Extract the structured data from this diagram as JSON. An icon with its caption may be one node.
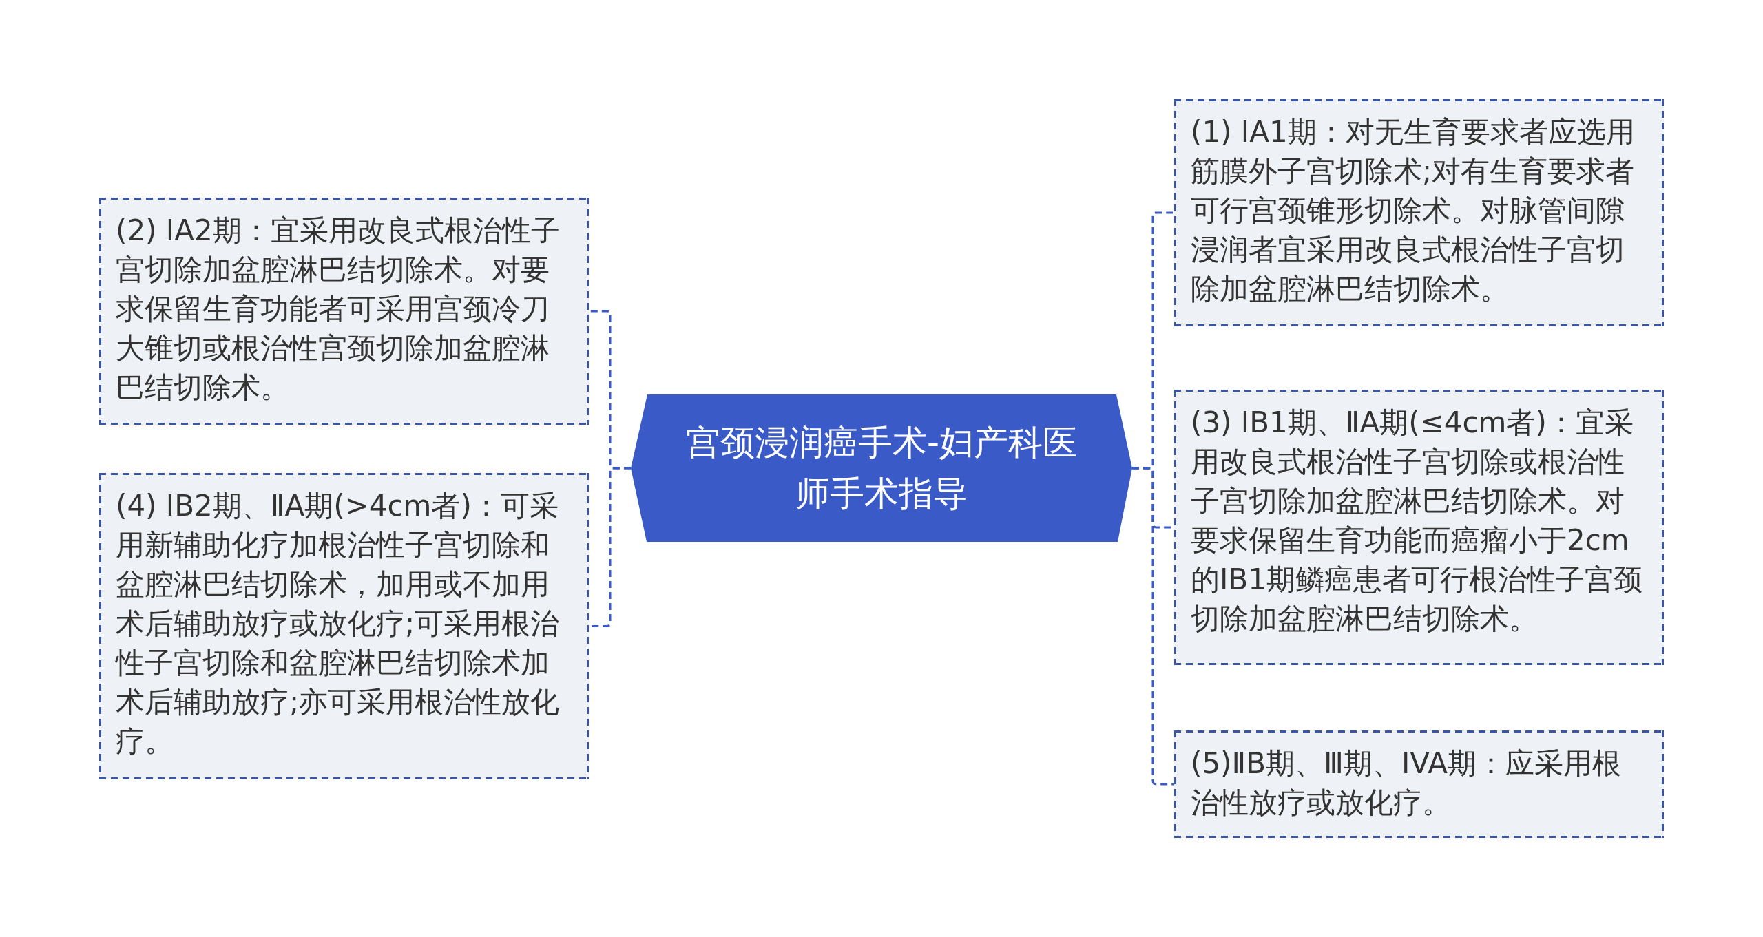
{
  "diagram": {
    "nodes": [
      {
        "text": [
          "宫颈浸润癌手术-妇产科医师手术指导"
        ]
      },
      {
        "text": [
          "(1) ⅠA1期：对无生育要求者应选用筋膜外子宫切除术;对有生育要求者可行宫颈锥形切除术。对脉管间隙浸润者宜采用改良式根治性子宫切除加盆腔淋巴结切除术。"
        ]
      },
      {
        "text": [
          "(2) ⅠA2期：宜采用改良式根治性子宫切除加盆腔淋巴结切除术。对要求保留生育功能者可采用宫颈冷刀大锥切或根治性宫颈切除加盆腔淋巴结切除术。"
        ]
      },
      {
        "text": [
          "(3) ⅠB1期、ⅡA期(≤4cm者)：宜采用改良式根治性子宫切除或根治性子宫切除加盆腔淋巴结切除术。对要求保留生育功能而癌瘤小于2cm的ⅠB1期鳞癌患者可行根治性子宫颈切除加盆腔淋巴结切除术。"
        ]
      },
      {
        "text": [
          "(4) ⅠB2期、ⅡA期(>4cm者)：可采用新辅助化疗加根治性子宫切除和盆腔淋巴结切除术，加用或不加用术后辅助放疗或放化疗;可采用根治性子宫切除和盆腔淋巴结切除术加术后辅助放疗;亦可采用根治性放化疗。"
        ]
      },
      {
        "text": [
          "(5)ⅡB期、Ⅲ期、IVA期：应采用根治性放疗或放化疗。"
        ]
      }
    ],
    "edges": [
      {
        "from": 0,
        "to": 1,
        "arrow": "none",
        "style": "dashed"
      },
      {
        "from": 0,
        "to": 2,
        "arrow": "none",
        "style": "dashed"
      },
      {
        "from": 0,
        "to": 3,
        "arrow": "none",
        "style": "dashed"
      },
      {
        "from": 0,
        "to": 4,
        "arrow": "none",
        "style": "dashed"
      },
      {
        "from": 0,
        "to": 5,
        "arrow": "none",
        "style": "dashed"
      }
    ]
  }
}
